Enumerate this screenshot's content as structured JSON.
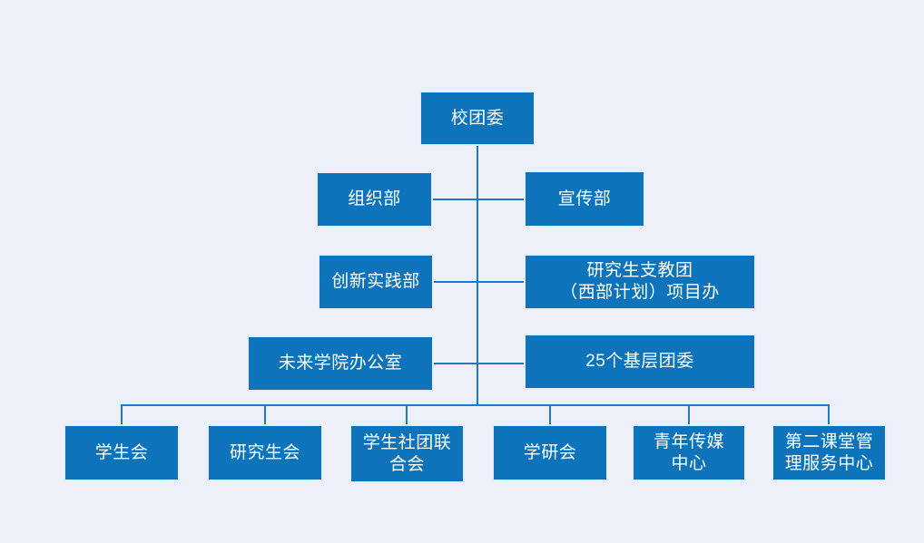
{
  "diagram": {
    "type": "org-chart",
    "root": {
      "label": "校团委"
    },
    "branch_rows": [
      {
        "left": "组织部",
        "right": "宣传部"
      },
      {
        "left": "创新实践部",
        "right": "研究生支教团\n（西部计划）项目办"
      },
      {
        "left": "未来学院办公室",
        "right": "25个基层团委"
      }
    ],
    "leaf_row": [
      "学生会",
      "研究生会",
      "学生社团联\n合会",
      "学研会",
      "青年传媒\n中心",
      "第二课堂管\n理服务中心"
    ]
  },
  "colors": {
    "background": "#edf0f8",
    "box_fill": "#0d73ba",
    "box_border": "#e9edf4",
    "line": "#1e7ac8",
    "text": "#ffffff"
  }
}
